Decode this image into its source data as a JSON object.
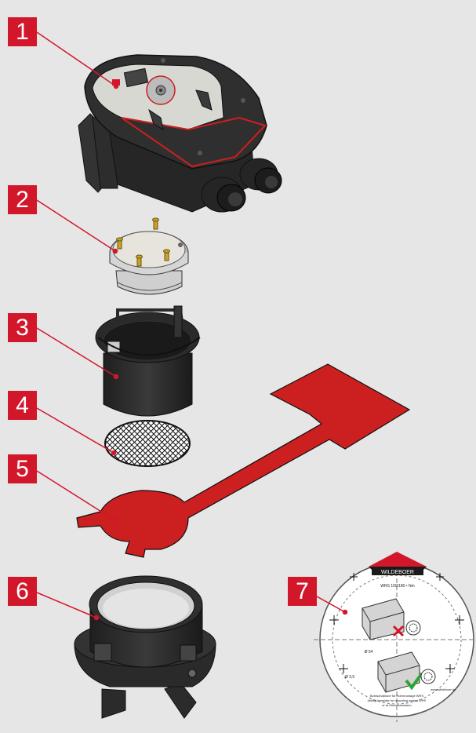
{
  "colors": {
    "background": "#e6e6e6",
    "badge": "#d3172b",
    "badge_text": "#ffffff",
    "housing": "#2b2b2b",
    "seal": "#cc1f1f",
    "leader": "#d3172b"
  },
  "parts": [
    {
      "number": "1",
      "name": "control-unit"
    },
    {
      "number": "2",
      "name": "electronic-insert"
    },
    {
      "number": "3",
      "name": "sleeve"
    },
    {
      "number": "4",
      "name": "mesh-filter"
    },
    {
      "number": "5",
      "name": "sealing-template"
    },
    {
      "number": "6",
      "name": "base-housing"
    },
    {
      "number": "7",
      "name": "drilling-template"
    }
  ],
  "template": {
    "brand": "WILDEBOER",
    "subtitle": "WRS 150/180 • Nm",
    "diameter_label": "Ø 54",
    "diameter_small_label": "Ø 3,5",
    "caption_line1": "Bohrschablone für Rohrmontage WRS",
    "caption_line2": "drilling template for mounting sealed WRS",
    "caption_line3": "or at Dimensionalsen",
    "website": "www.wildeboer.de"
  }
}
